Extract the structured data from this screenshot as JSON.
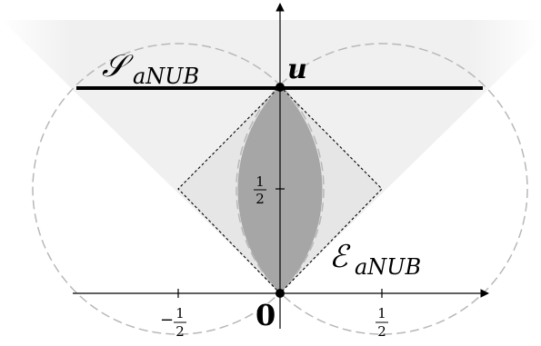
{
  "labels": {
    "s_set_main": "𝒮",
    "s_set_sub": "aNUB",
    "e_set_main": "ℰ",
    "e_set_sub": "aNUB",
    "point_u": "u",
    "point_zero": "0"
  },
  "ticks": {
    "x_neg_num": "1",
    "x_neg_den": "2",
    "x_neg_sign": "−",
    "x_pos_num": "1",
    "x_pos_den": "2",
    "y_num": "1",
    "y_den": "2"
  },
  "colors": {
    "cone_fill": "#f0f0f0",
    "square_fill": "#e6e6e6",
    "lens_fill": "#a6a6a6",
    "circle_stroke": "#b8b8b8",
    "line_color": "#000000"
  }
}
